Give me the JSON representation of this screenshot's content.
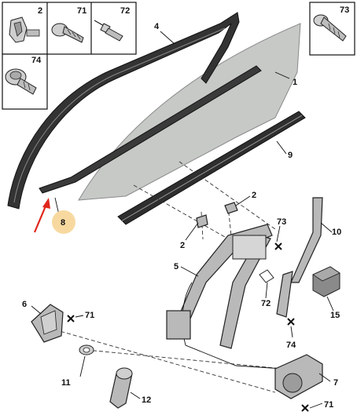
{
  "boxes": [
    {
      "label": "2"
    },
    {
      "label": "71"
    },
    {
      "label": "72"
    },
    {
      "label": "73"
    },
    {
      "label": "74"
    }
  ],
  "callouts": [
    {
      "label": "4"
    },
    {
      "label": "1"
    },
    {
      "label": "9"
    },
    {
      "label": "8"
    },
    {
      "label": "2"
    },
    {
      "label": "2"
    },
    {
      "label": "73"
    },
    {
      "label": "10"
    },
    {
      "label": "5"
    },
    {
      "label": "72"
    },
    {
      "label": "15"
    },
    {
      "label": "6"
    },
    {
      "label": "71"
    },
    {
      "label": "74"
    },
    {
      "label": "11"
    },
    {
      "label": "12"
    },
    {
      "label": "7"
    },
    {
      "label": "71"
    }
  ],
  "colors": {
    "glass": "#c6c9c6",
    "seal": "#2e2e2e",
    "part": "#b9b9b9",
    "highlight": "#f7d9a0",
    "arrow": "#e0261b"
  }
}
